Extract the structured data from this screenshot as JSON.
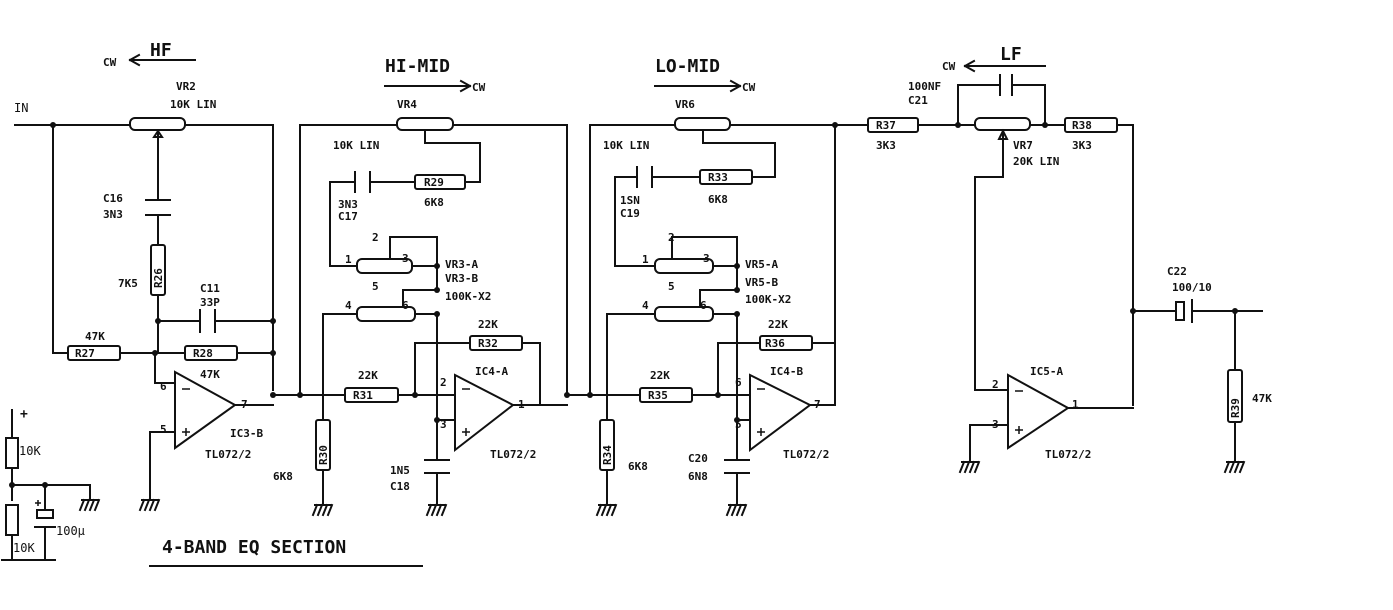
{
  "title": "4-BAND EQ SECTION",
  "input_label": "IN",
  "bands": {
    "hf": {
      "name": "HF",
      "cw": "CW"
    },
    "himid": {
      "name": "HI-MID",
      "cw": "CW"
    },
    "lomid": {
      "name": "LO-MID",
      "cw": "CW"
    },
    "lf": {
      "name": "LF",
      "cw": "CW"
    }
  },
  "components": {
    "VR2": {
      "ref": "VR2",
      "value": "10K LIN"
    },
    "VR4": {
      "ref": "VR4",
      "value": "10K LIN"
    },
    "VR6": {
      "ref": "VR6",
      "value": "10K LIN"
    },
    "VR7": {
      "ref": "VR7",
      "value": "20K LIN"
    },
    "VR3": {
      "ref_a": "VR3-A",
      "ref_b": "VR3-B",
      "value": "100K-X2",
      "pins": [
        "1",
        "2",
        "3",
        "4",
        "5",
        "6"
      ]
    },
    "VR5": {
      "ref_a": "VR5-A",
      "ref_b": "VR5-B",
      "value": "100K-X2",
      "pins": [
        "1",
        "2",
        "3",
        "4",
        "5",
        "6"
      ]
    },
    "C16": {
      "ref": "C16",
      "value": "3N3"
    },
    "C11": {
      "ref": "C11",
      "value": "33P"
    },
    "C17": {
      "ref": "C17",
      "value": "3N3"
    },
    "C18": {
      "ref": "C18",
      "value": "1N5"
    },
    "C19": {
      "ref": "C19",
      "value": "1SN"
    },
    "C20": {
      "ref": "C20",
      "value": "6N8"
    },
    "C21": {
      "ref": "C21",
      "value": "100NF"
    },
    "C22": {
      "ref": "C22",
      "value": "100/10"
    },
    "R26": {
      "ref": "R26",
      "value": "7K5"
    },
    "R27": {
      "ref": "R27",
      "value": "47K"
    },
    "R28": {
      "ref": "R28",
      "value": "47K"
    },
    "R29": {
      "ref": "R29",
      "value": "6K8"
    },
    "R30": {
      "ref": "R30",
      "value": "6K8"
    },
    "R31": {
      "ref": "R31",
      "value": "22K"
    },
    "R32": {
      "ref": "R32",
      "value": "22K"
    },
    "R33": {
      "ref": "R33",
      "value": "6K8"
    },
    "R34": {
      "ref": "R34",
      "value": "6K8"
    },
    "R35": {
      "ref": "R35",
      "value": "22K"
    },
    "R36": {
      "ref": "R36",
      "value": "22K"
    },
    "R37": {
      "ref": "R37",
      "value": "3K3"
    },
    "R38": {
      "ref": "R38",
      "value": "3K3"
    },
    "R39": {
      "ref": "R39",
      "value": "47K"
    }
  },
  "opamps": {
    "IC3B": {
      "ref": "IC3-B",
      "type": "TL072/2",
      "pins": [
        "6",
        "5",
        "7"
      ]
    },
    "IC4A": {
      "ref": "IC4-A",
      "type": "TL072/2",
      "pins": [
        "2",
        "3",
        "1"
      ]
    },
    "IC4B": {
      "ref": "IC4-B",
      "type": "TL072/2",
      "pins": [
        "6",
        "5",
        "7"
      ]
    },
    "IC5A": {
      "ref": "IC5-A",
      "type": "TL072/2",
      "pins": [
        "2",
        "3",
        "1"
      ]
    }
  },
  "supply": {
    "plus": "+",
    "r_top": "10K",
    "r_bot": "10K",
    "cap": "100µ"
  }
}
